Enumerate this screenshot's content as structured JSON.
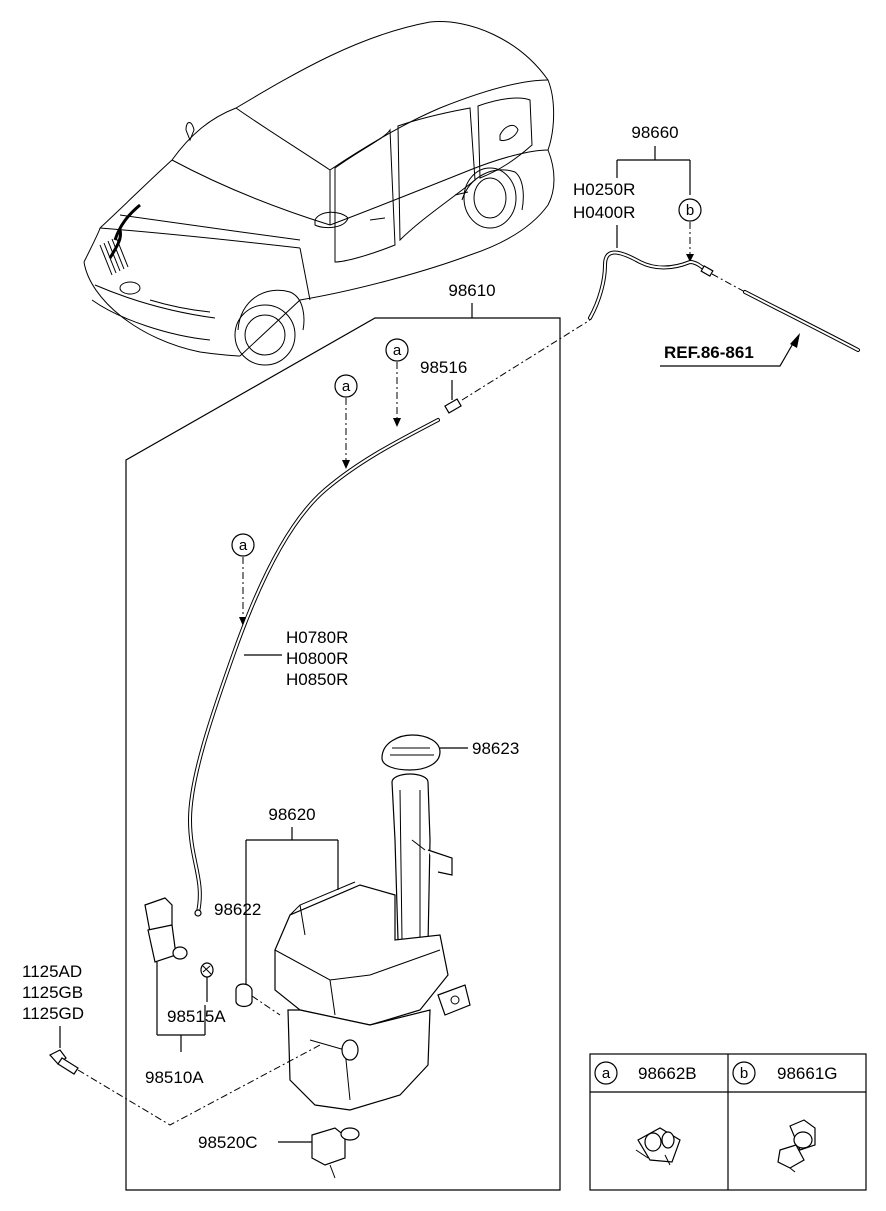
{
  "labels": {
    "p98660": "98660",
    "h0250r": "H0250R",
    "h0400r": "H0400R",
    "p98610": "98610",
    "ref": "REF.86-861",
    "p98516": "98516",
    "h0780r": "H0780R",
    "h0800r": "H0800R",
    "h0850r": "H0850R",
    "p98623": "98623",
    "p98620": "98620",
    "p98622": "98622",
    "p98515a": "98515A",
    "b1125ad": "1125AD",
    "b1125gb": "1125GB",
    "b1125gd": "1125GD",
    "p98510a": "98510A",
    "p98520c": "98520C"
  },
  "callouts": {
    "a": "a",
    "b": "b"
  },
  "legend": {
    "a_letter": "a",
    "a_part": "98662B",
    "b_letter": "b",
    "b_part": "98661G"
  }
}
